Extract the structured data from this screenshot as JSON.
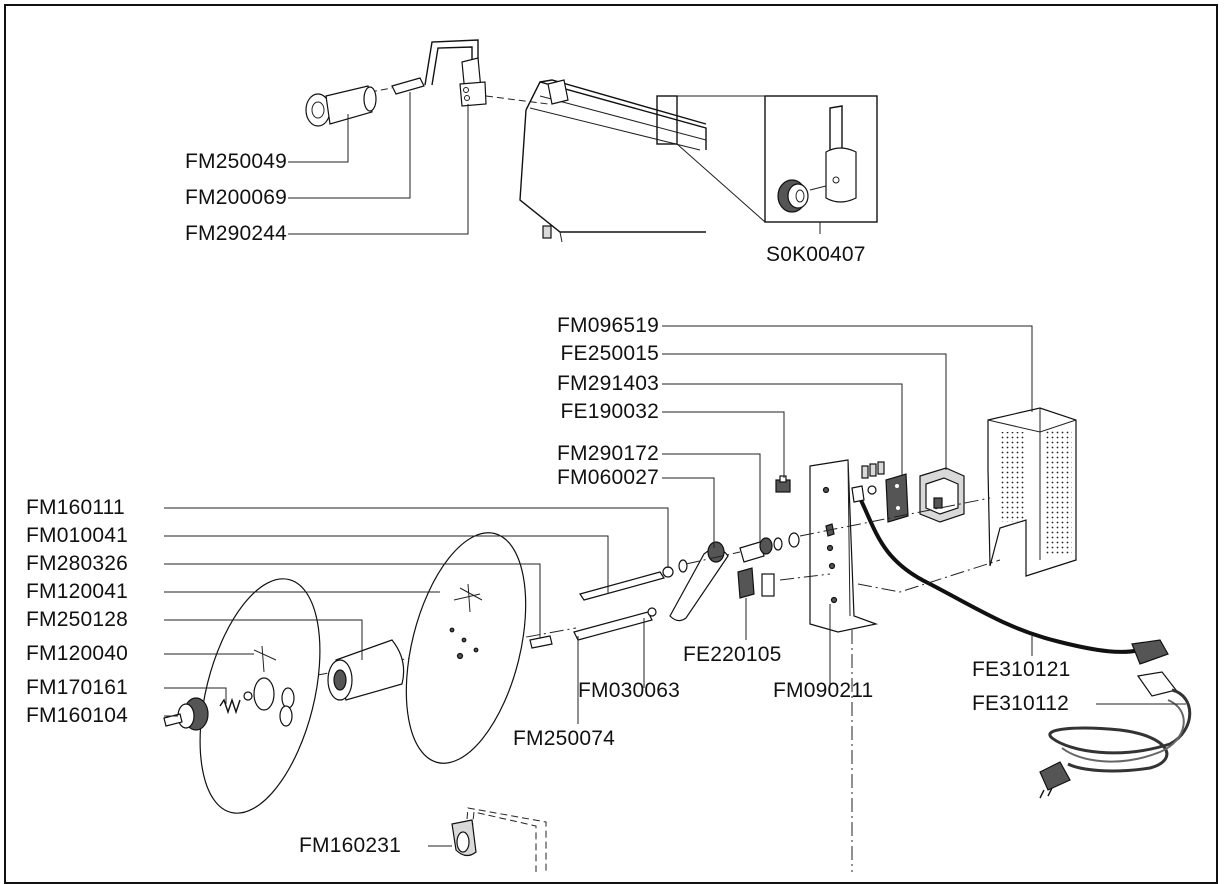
{
  "labels": {
    "fm250049": "FM250049",
    "fm200069": "FM200069",
    "fm290244": "FM290244",
    "s0k00407": "S0K00407",
    "fm096519": "FM096519",
    "fe250015": "FE250015",
    "fm291403": "FM291403",
    "fe190032": "FE190032",
    "fm290172": "FM290172",
    "fm060027": "FM060027",
    "fm160111": "FM160111",
    "fm010041": "FM010041",
    "fm280326": "FM280326",
    "fm120041": "FM120041",
    "fm250128": "FM250128",
    "fm120040": "FM120040",
    "fm170161": "FM170161",
    "fm160104": "FM160104",
    "fe220105": "FE220105",
    "fm030063": "FM030063",
    "fm090211": "FM090211",
    "fm250074": "FM250074",
    "fe310121": "FE310121",
    "fe310112": "FE310112",
    "fm160231": "FM160231"
  }
}
